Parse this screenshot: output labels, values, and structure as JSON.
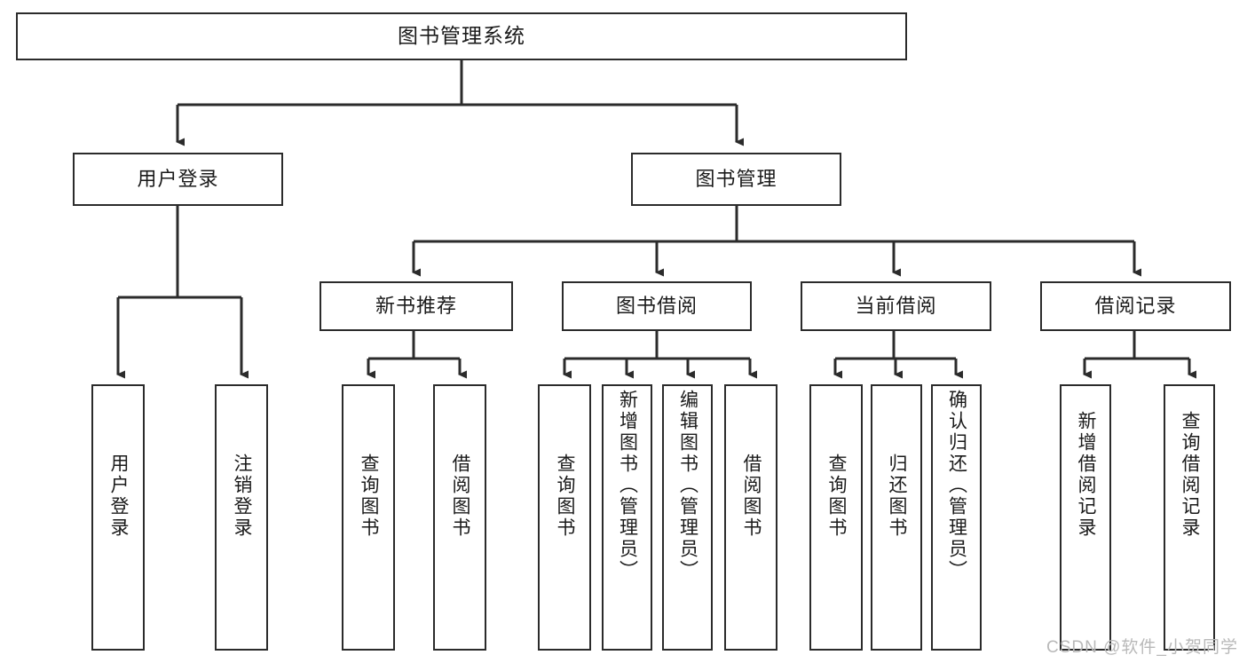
{
  "diagram": {
    "title": "图书管理系统",
    "type": "tree",
    "background_color": "#ffffff",
    "line_color": "#2b2b2b",
    "box_border_color": "#2b2b2b",
    "box_fill_color": "#ffffff",
    "text_color": "#1a1a1a"
  },
  "watermark": {
    "text": "CSDN @软件_小贺同学",
    "color": "#b9b9b9"
  },
  "root": {
    "label": "图书管理系统"
  },
  "level2": [
    {
      "id": "user-login",
      "label": "用户登录"
    },
    {
      "id": "book-manage",
      "label": "图书管理"
    }
  ],
  "level3": [
    {
      "id": "new-book-recommend",
      "label": "新书推荐"
    },
    {
      "id": "book-borrow",
      "label": "图书借阅"
    },
    {
      "id": "current-borrow",
      "label": "当前借阅"
    },
    {
      "id": "borrow-record",
      "label": "借阅记录"
    }
  ],
  "leaves": [
    {
      "id": "leaf-user-login",
      "label": "用户登录",
      "parent": "user-login"
    },
    {
      "id": "leaf-logout-login",
      "label": "注销登录",
      "parent": "user-login"
    },
    {
      "id": "leaf-query-book-1",
      "label": "查询图书",
      "parent": "new-book-recommend"
    },
    {
      "id": "leaf-borrow-book-1",
      "label": "借阅图书",
      "parent": "new-book-recommend"
    },
    {
      "id": "leaf-query-book-2",
      "label": "查询图书",
      "parent": "book-borrow"
    },
    {
      "id": "leaf-add-book",
      "label": "新增图书（管理员）",
      "parent": "book-borrow"
    },
    {
      "id": "leaf-edit-book",
      "label": "编辑图书（管理员）",
      "parent": "book-borrow"
    },
    {
      "id": "leaf-borrow-book-2",
      "label": "借阅图书",
      "parent": "book-borrow"
    },
    {
      "id": "leaf-query-book-3",
      "label": "查询图书",
      "parent": "current-borrow"
    },
    {
      "id": "leaf-return-book",
      "label": "归还图书",
      "parent": "current-borrow"
    },
    {
      "id": "leaf-confirm-return",
      "label": "确认归还（管理员）",
      "parent": "current-borrow"
    },
    {
      "id": "leaf-add-record",
      "label": "新增借阅记录",
      "parent": "borrow-record"
    },
    {
      "id": "leaf-query-record",
      "label": "查询借阅记录",
      "parent": "borrow-record"
    }
  ]
}
